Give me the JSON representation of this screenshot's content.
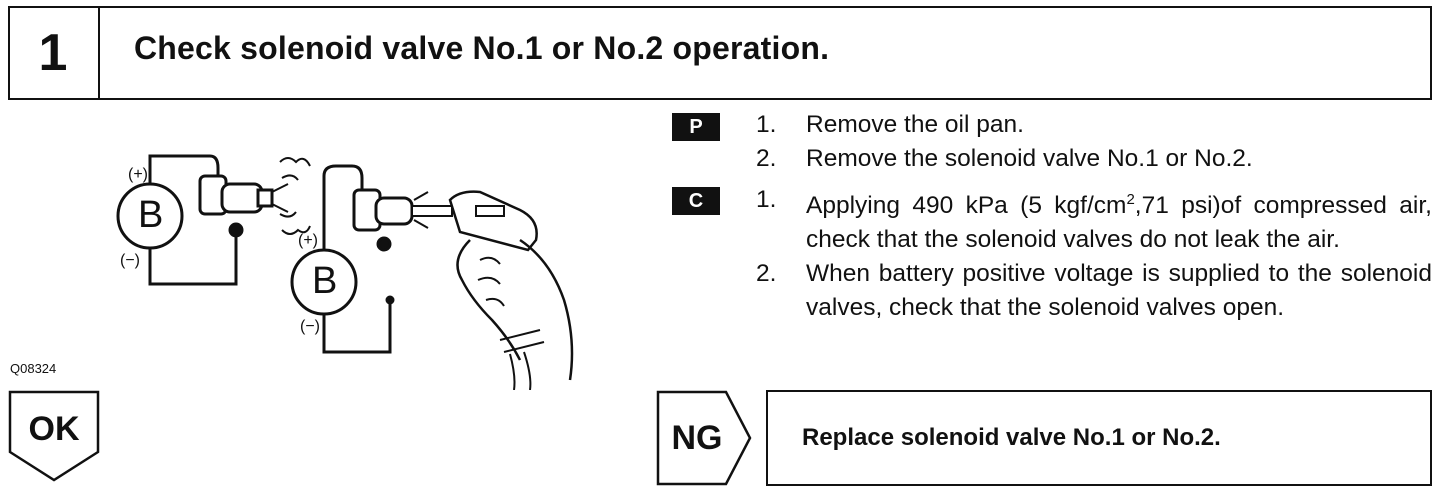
{
  "step": {
    "number": "1",
    "title": "Check solenoid valve No.1 or No.2 operation."
  },
  "figure": {
    "id_label": "Q08324",
    "battery_letter": "B",
    "plus_label": "(+)",
    "minus_label": "(−)"
  },
  "sections": {
    "p": {
      "tag": "P",
      "items": [
        {
          "num": "1.",
          "text": "Remove the oil pan."
        },
        {
          "num": "2.",
          "text": "Remove the solenoid valve No.1 or No.2."
        }
      ]
    },
    "c": {
      "tag": "C",
      "item1": {
        "num": "1.",
        "text_before": "Applying 490 kPa (5 kgf/cm",
        "sup": "2",
        "text_after": ",71 psi)of compressed air, check that the solenoid valves do not leak the air."
      },
      "item2": {
        "num": "2.",
        "text": "When battery positive voltage is supplied to the solenoid valves, check that the solenoid valves open."
      }
    }
  },
  "results": {
    "ok_label": "OK",
    "ng_label": "NG",
    "ng_action": "Replace solenoid valve No.1 or No.2."
  }
}
